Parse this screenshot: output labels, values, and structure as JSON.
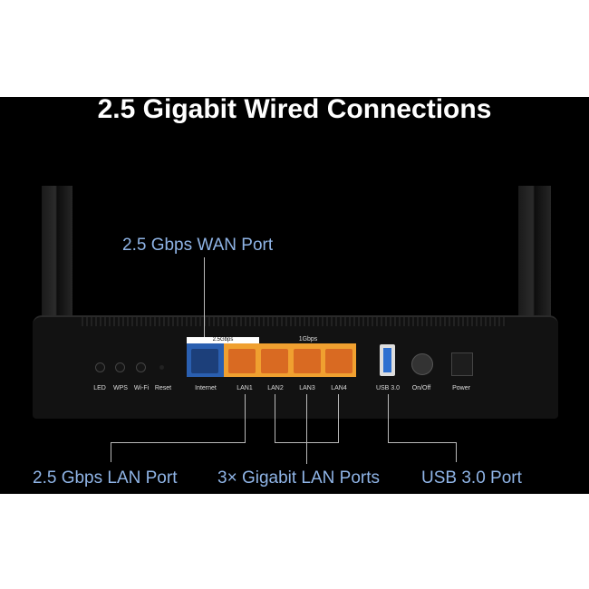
{
  "title": "2.5 Gigabit Wired Connections",
  "callouts": {
    "wan": "2.5 Gbps WAN Port",
    "lan25": "2.5 Gbps LAN Port",
    "lan3": "3× Gigabit LAN Ports",
    "usb": "USB 3.0 Port"
  },
  "panel": {
    "speed_wan": "2.5Gbps",
    "speed_lan": "1Gbps",
    "labels": [
      "LED",
      "WPS",
      "Wi-Fi",
      "Reset",
      "Internet",
      "LAN1",
      "LAN2",
      "LAN3",
      "LAN4",
      "USB 3.0",
      "On/Off",
      "Power"
    ]
  },
  "colors": {
    "wan_port": "#2a5fb0",
    "lan_port": "#f0a030",
    "callout": "#8fb4e6"
  }
}
